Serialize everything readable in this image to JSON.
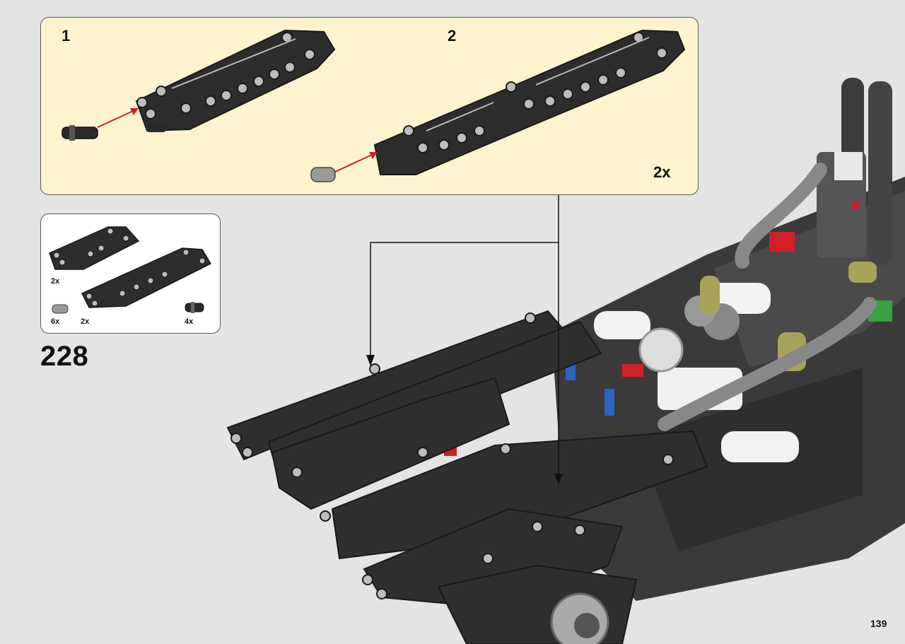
{
  "page": {
    "step_number": "228",
    "page_number": "139"
  },
  "substep_panel": {
    "substeps": [
      {
        "label": "1"
      },
      {
        "label": "2"
      }
    ],
    "multiplier": "2x"
  },
  "parts_list": {
    "items": [
      {
        "qty": "2x",
        "part": "black-panel-short"
      },
      {
        "qty": "2x",
        "part": "black-panel-long"
      },
      {
        "qty": "6x",
        "part": "grey-axle-pin"
      },
      {
        "qty": "4x",
        "part": "black-connector-pin"
      }
    ]
  },
  "colors": {
    "panel_background": "#fdf3cf",
    "page_background": "#e4e4e4",
    "insertion_arrow": "#d0202a"
  }
}
